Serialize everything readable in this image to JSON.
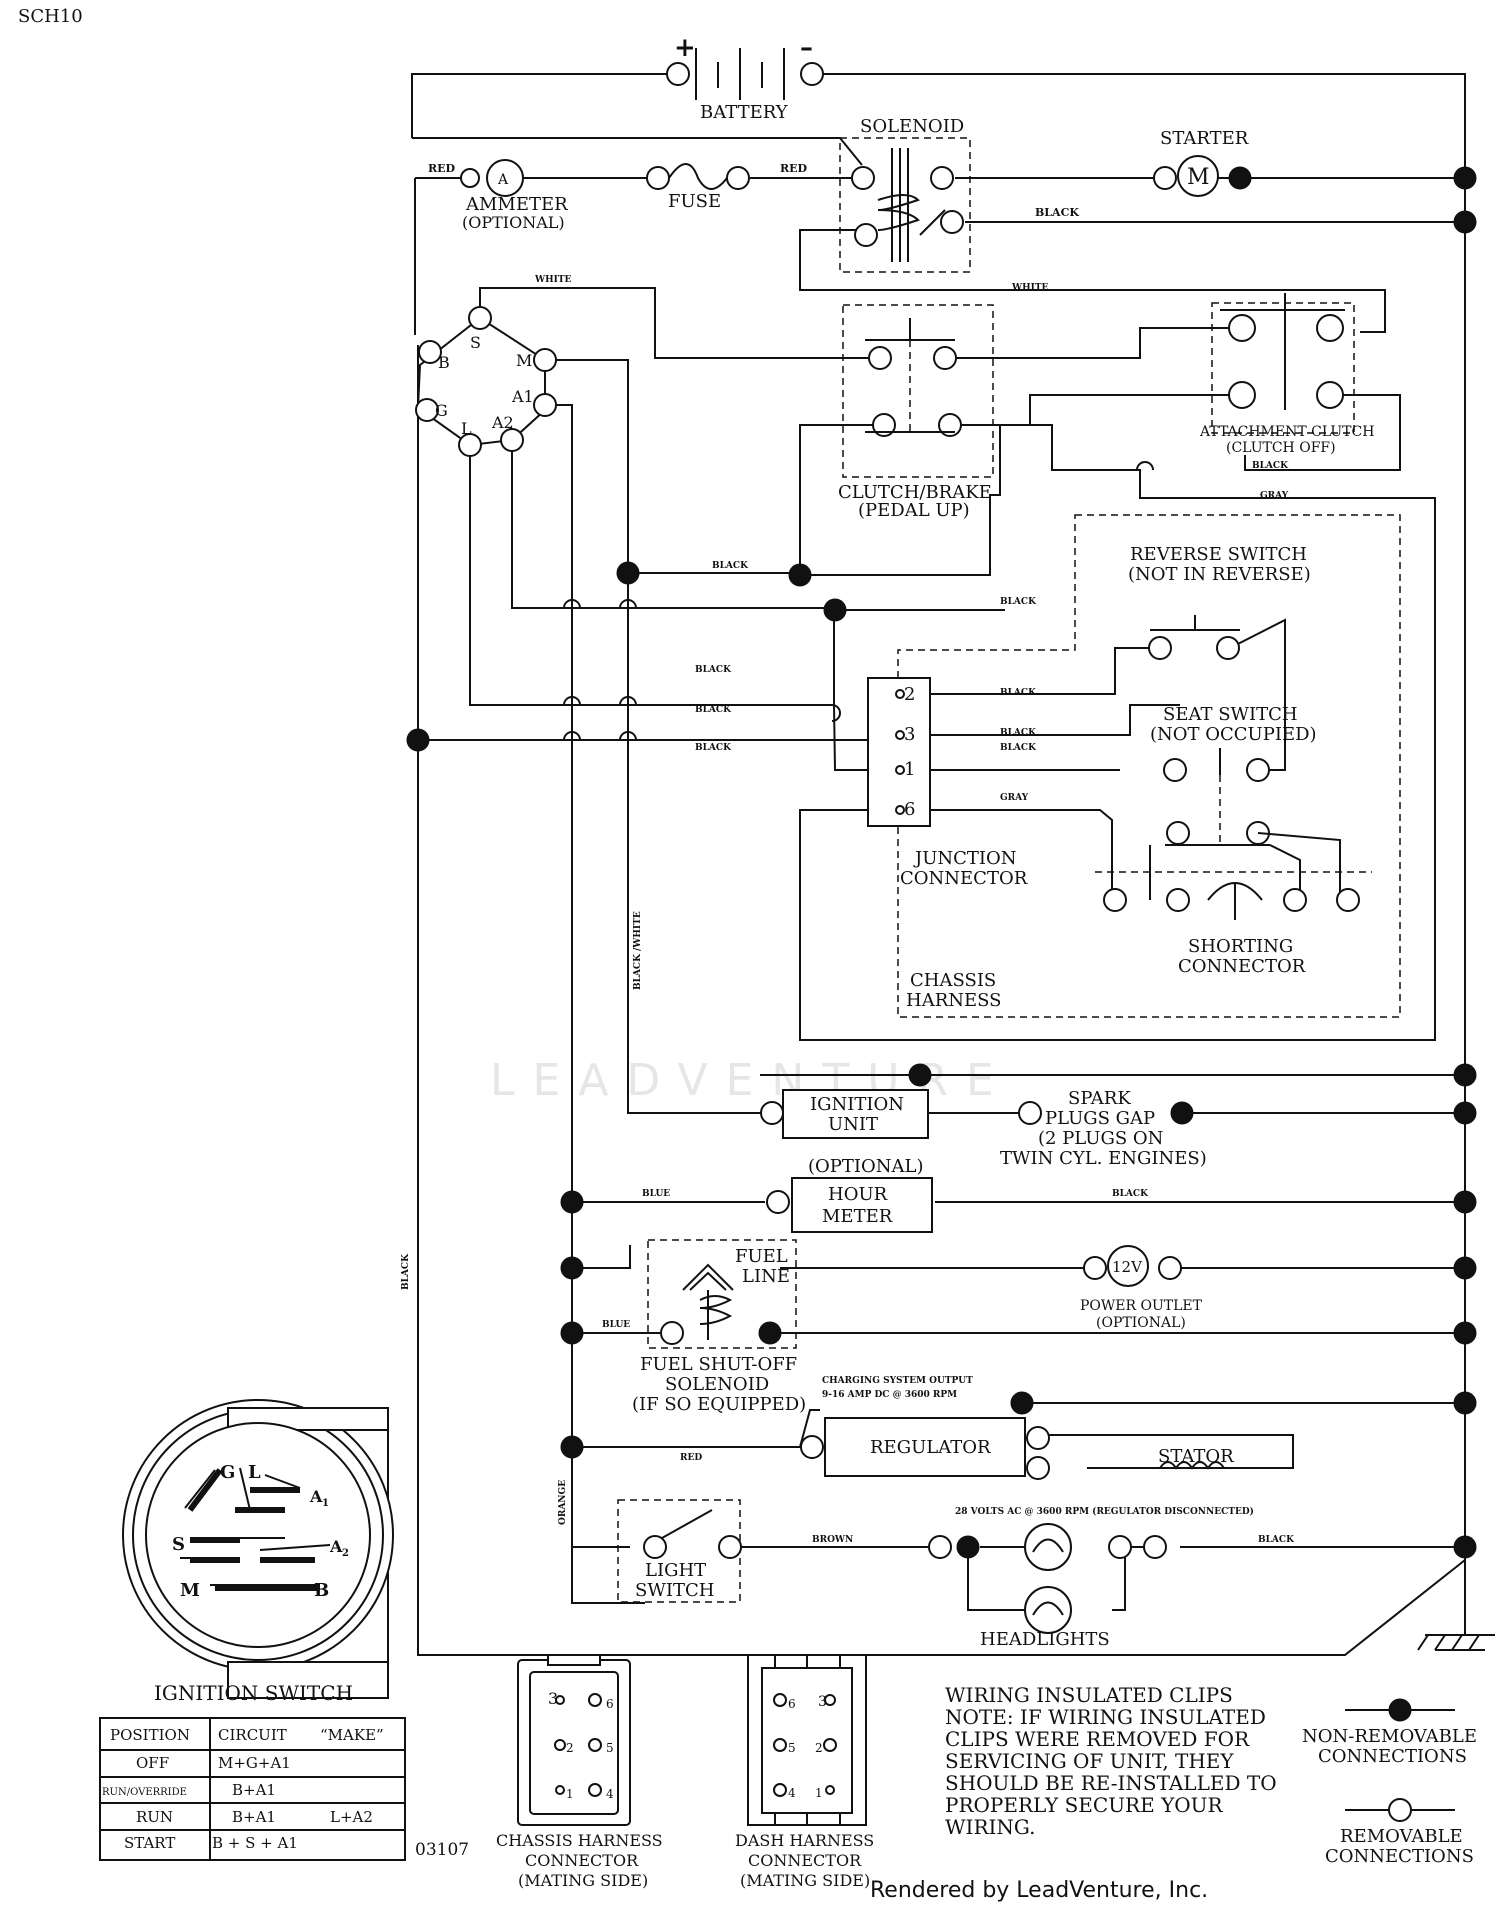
{
  "page_code": "SCH10",
  "diagram_code": "03107",
  "footer": "Rendered by LeadVenture, Inc.",
  "watermark": "LEADVENTURE",
  "components": {
    "battery": "BATTERY",
    "battery_pos": "+",
    "battery_neg": "–",
    "solenoid": "SOLENOID",
    "starter": "STARTER",
    "starter_m": "M",
    "ammeter_l1": "AMMETER",
    "ammeter_l2": "(OPTIONAL)",
    "ammeter_a": "A",
    "fuse": "FUSE",
    "clutch_l1": "CLUTCH/BRAKE",
    "clutch_l2": "(PEDAL UP)",
    "attach_l1": "ATTACHMENT CLUTCH",
    "attach_l2": "(CLUTCH OFF)",
    "reverse_l1": "REVERSE SWITCH",
    "reverse_l2": "(NOT IN REVERSE)",
    "seat_l1": "SEAT SWITCH",
    "seat_l2": "(NOT OCCUPIED)",
    "junction_l1": "JUNCTION",
    "junction_l2": "CONNECTOR",
    "shorting_l1": "SHORTING",
    "shorting_l2": "CONNECTOR",
    "chassis_l1": "CHASSIS",
    "chassis_l2": "HARNESS",
    "ignition_l1": "IGNITION",
    "ignition_l2": "UNIT",
    "spark_l1": "SPARK",
    "spark_l2": "PLUGS GAP",
    "spark_l3": "(2 PLUGS ON",
    "spark_l4": "TWIN CYL. ENGINES)",
    "hour_opt": "(OPTIONAL)",
    "hour_l1": "HOUR",
    "hour_l2": "METER",
    "fuel_l1": "FUEL",
    "fuel_l2": "LINE",
    "power_12v": "12V",
    "power_l1": "POWER OUTLET",
    "power_l2": "(OPTIONAL)",
    "fuelsol_l1": "FUEL SHUT-OFF",
    "fuelsol_l2": "SOLENOID",
    "fuelsol_l3": "(IF SO EQUIPPED)",
    "charging_l1": "CHARGING SYSTEM OUTPUT",
    "charging_l2": "9-16 AMP DC @ 3600 RPM",
    "regulator": "REGULATOR",
    "stator": "STATOR",
    "volts_ac": "28 VOLTS AC @ 3600 RPM (REGULATOR DISCONNECTED)",
    "light_l1": "LIGHT",
    "light_l2": "SWITCH",
    "headlights": "HEADLIGHTS"
  },
  "switch_terms": {
    "s": "S",
    "b": "B",
    "m": "M",
    "g": "G",
    "a1": "A1",
    "l": "L",
    "a2": "A2"
  },
  "junction_pins": [
    "2",
    "3",
    "1",
    "6"
  ],
  "wire_labels": {
    "red": "RED",
    "black": "BLACK",
    "white": "WHITE",
    "gray": "GRAY",
    "blue": "BLUE",
    "brown": "BROWN",
    "orange": "ORANGE",
    "black_white": "BLACK /WHITE"
  },
  "ignition_switch": {
    "title": "IGNITION SWITCH",
    "face": {
      "g": "G",
      "l": "L",
      "a1": "A",
      "a1_sub": "1",
      "s": "S",
      "a2": "A",
      "a2_sub": "2",
      "m": "M",
      "b": "B"
    },
    "table": {
      "headers": [
        "POSITION",
        "CIRCUIT",
        "“MAKE”"
      ],
      "rows": [
        {
          "position": "OFF",
          "circuit": "M+G+A1",
          "make": ""
        },
        {
          "position": "RUN/OVERRIDE",
          "circuit": "B+A1",
          "make": ""
        },
        {
          "position": "RUN",
          "circuit": "B+A1",
          "make": "L+A2"
        },
        {
          "position": "START",
          "circuit": "B + S + A1",
          "make": ""
        }
      ]
    }
  },
  "connectors": {
    "chassis": {
      "l1": "CHASSIS HARNESS",
      "l2": "CONNECTOR",
      "l3": "(MATING SIDE)",
      "pins": [
        "3",
        "6",
        "2",
        "5",
        "1",
        "4"
      ]
    },
    "dash": {
      "l1": "DASH HARNESS",
      "l2": "CONNECTOR",
      "l3": "(MATING SIDE)",
      "pins": [
        "6",
        "3",
        "5",
        "2",
        "4",
        "1"
      ]
    }
  },
  "note": {
    "title": "WIRING INSULATED CLIPS",
    "lines": [
      "NOTE:  IF WIRING INSULATED",
      "CLIPS WERE REMOVED FOR",
      "SERVICING OF UNIT, THEY",
      "SHOULD BE RE-INSTALLED TO",
      "PROPERLY SECURE YOUR",
      " WIRING."
    ]
  },
  "legend": {
    "nonremovable_l1": "NON-REMOVABLE",
    "nonremovable_l2": "CONNECTIONS",
    "removable_l1": "REMOVABLE",
    "removable_l2": "CONNECTIONS"
  }
}
